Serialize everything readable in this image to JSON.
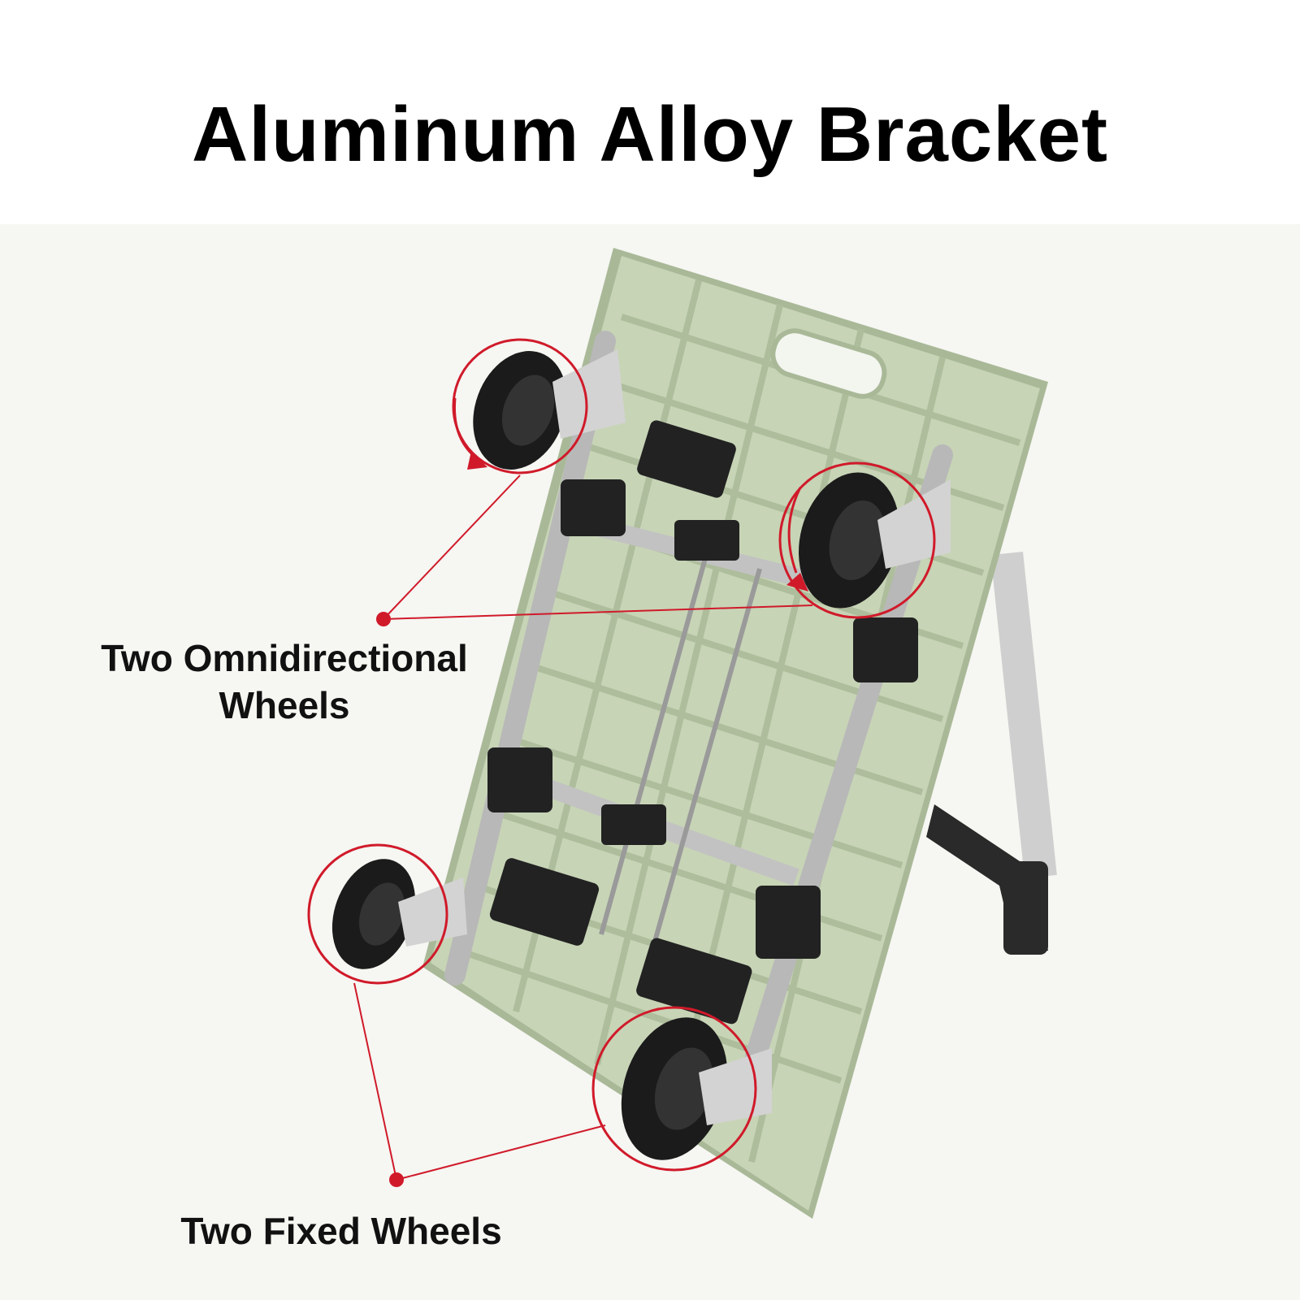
{
  "title": "Aluminum Alloy Bracket",
  "callouts": {
    "omni_line1": "Two Omnidirectional",
    "omni_line2": "Wheels",
    "fixed": "Two Fixed Wheels"
  },
  "colors": {
    "board": "#c7d4b6",
    "board_dark": "#a9b998",
    "frame": "#c9c9c9",
    "wheel": "#1b1b1b",
    "bracket": "#222222",
    "accent": "#d01a2a"
  }
}
